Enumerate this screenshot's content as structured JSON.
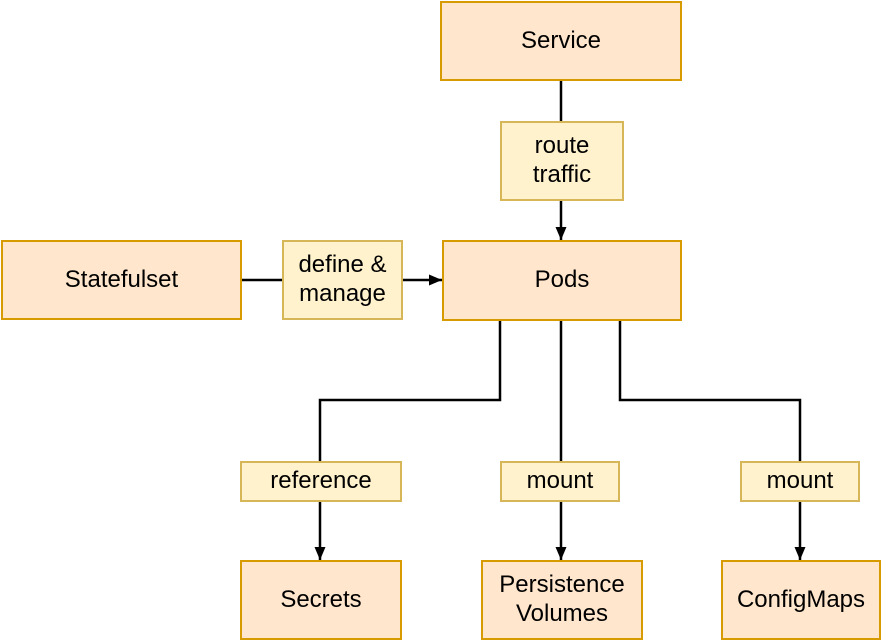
{
  "colors": {
    "background": "#ffffff",
    "entity_fill": "#ffe6cc",
    "entity_border": "#d79b00",
    "label_fill": "#fff2cc",
    "label_border": "#d6b656",
    "edge": "#000000",
    "text": "#000000"
  },
  "nodes": {
    "service": {
      "label": "Service"
    },
    "route_traffic": {
      "label": "route\ntraffic"
    },
    "statefulset": {
      "label": "Statefulset"
    },
    "define_manage": {
      "label": "define &\nmanage"
    },
    "pods": {
      "label": "Pods"
    },
    "reference": {
      "label": "reference"
    },
    "mount_pv": {
      "label": "mount"
    },
    "mount_cm": {
      "label": "mount"
    },
    "secrets": {
      "label": "Secrets"
    },
    "persistence_volumes": {
      "label": "Persistence\nVolumes"
    },
    "configmaps": {
      "label": "ConfigMaps"
    }
  },
  "edges": [
    {
      "from": "Service",
      "to": "route traffic",
      "arrow": false
    },
    {
      "from": "route traffic",
      "to": "Pods",
      "arrow": true
    },
    {
      "from": "Statefulset",
      "to": "define & manage",
      "arrow": false
    },
    {
      "from": "define & manage",
      "to": "Pods",
      "arrow": true
    },
    {
      "from": "Pods",
      "to": "reference",
      "arrow": false
    },
    {
      "from": "Pods",
      "to": "mount (persistence volumes)",
      "arrow": false
    },
    {
      "from": "Pods",
      "to": "mount (configmaps)",
      "arrow": false
    },
    {
      "from": "reference",
      "to": "Secrets",
      "arrow": true
    },
    {
      "from": "mount (persistence volumes)",
      "to": "Persistence Volumes",
      "arrow": true
    },
    {
      "from": "mount (configmaps)",
      "to": "ConfigMaps",
      "arrow": true
    }
  ]
}
